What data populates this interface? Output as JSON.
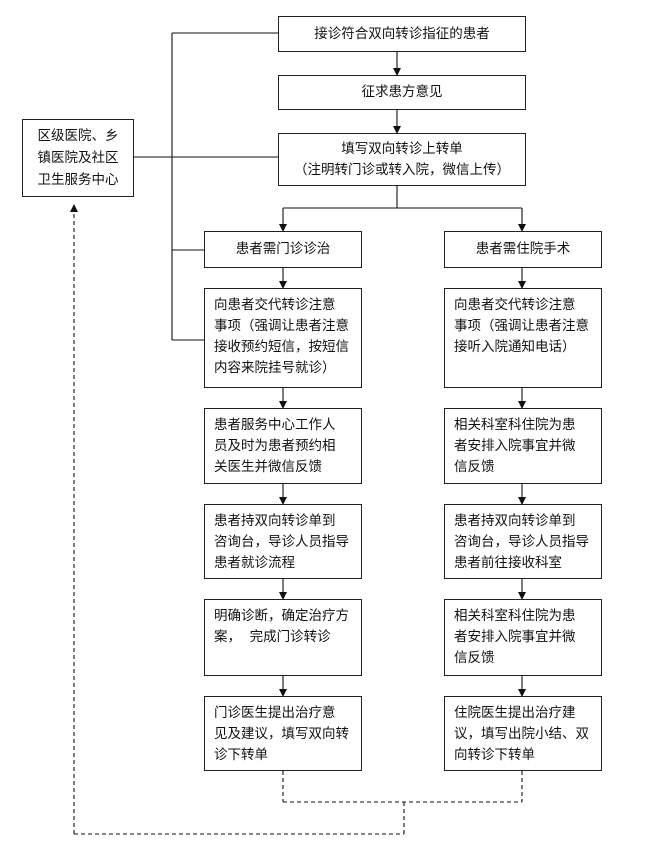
{
  "nodes": {
    "start": {
      "lines": [
        "接诊符合双向转诊指征的患者"
      ]
    },
    "opinion": {
      "lines": [
        "征求患方意见"
      ]
    },
    "form": {
      "lines": [
        "填写双向转诊上转单",
        "（注明转门诊或转入院，微信上传）"
      ]
    },
    "community": {
      "lines": [
        "区级医院、乡",
        "镇医院及社区",
        "卫生服务中心"
      ]
    },
    "outpatient": {
      "lines": [
        "患者需门诊诊治"
      ]
    },
    "surgery": {
      "lines": [
        "患者需住院手术"
      ]
    },
    "l1": {
      "lines": [
        "向患者交代转诊注意",
        "事项（强调让患者注意",
        "接收预约短信，按短信",
        "内容来院挂号就诊）"
      ]
    },
    "l2": {
      "lines": [
        "患者服务中心工作人",
        "员及时为患者预约相",
        "关医生并微信反馈"
      ]
    },
    "l3": {
      "lines": [
        "患者持双向转诊单到",
        "咨询台，导诊人员指导",
        "患者就诊流程"
      ]
    },
    "l4": {
      "lines": [
        "明确诊断，确定治疗方",
        "案，  完成门诊转诊"
      ]
    },
    "l5": {
      "lines": [
        "门诊医生提出治疗意",
        "见及建议，填写双向转",
        "诊下转单"
      ]
    },
    "r1": {
      "lines": [
        "向患者交代转诊注意",
        "事项（强调让患者注意",
        "接听入院通知电话）"
      ]
    },
    "r2": {
      "lines": [
        "相关科室科住院为患",
        "者安排入院事宜并微",
        "信反馈"
      ]
    },
    "r3": {
      "lines": [
        "患者持双向转诊单到",
        "咨询台，导诊人员指导",
        "患者前往接收科室"
      ]
    },
    "r4": {
      "lines": [
        "相关科室科住院为患",
        "者安排入院事宜并微",
        "信反馈"
      ]
    },
    "r5": {
      "lines": [
        "住院医生提出治疗建",
        "议，填写出院小结、双",
        "向转诊下转单"
      ]
    }
  }
}
